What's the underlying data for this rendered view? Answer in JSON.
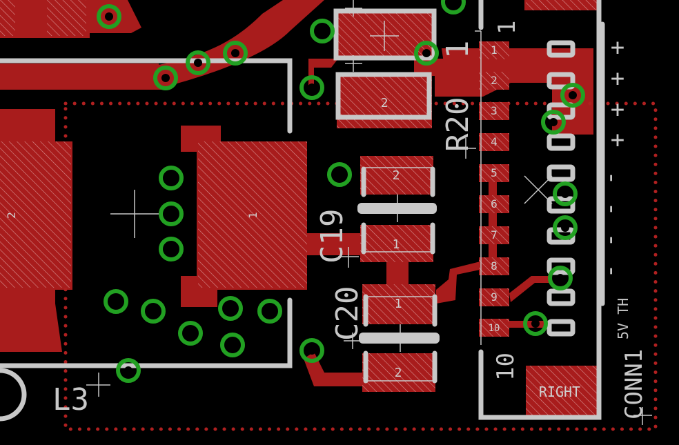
{
  "board": {
    "background": "#000000",
    "colors": {
      "copper": "#a81c1c",
      "silkscreen": "#c8c8c8",
      "via": "#22a022",
      "keepout": "#b02020"
    }
  },
  "components": {
    "r20": {
      "name": "R20",
      "pin1": "1",
      "pin2": "2"
    },
    "c19": {
      "name": "C19",
      "pin1": "1",
      "pin2": "2"
    },
    "c20": {
      "name": "C20",
      "pin1": "1",
      "pin2": "2"
    },
    "l3": {
      "name": "L3",
      "pin1": "1",
      "pin2": "2"
    },
    "conn1": {
      "name": "CONN1",
      "value": "5V TH",
      "pin_start": "1",
      "pin_end": "10",
      "pads": [
        "1",
        "2",
        "3",
        "4",
        "5",
        "6",
        "7",
        "8",
        "9",
        "10"
      ],
      "right_pad": "RIGHT",
      "markers": [
        "+",
        "+",
        "+",
        "+",
        "-",
        "-",
        "-",
        "-"
      ]
    }
  }
}
